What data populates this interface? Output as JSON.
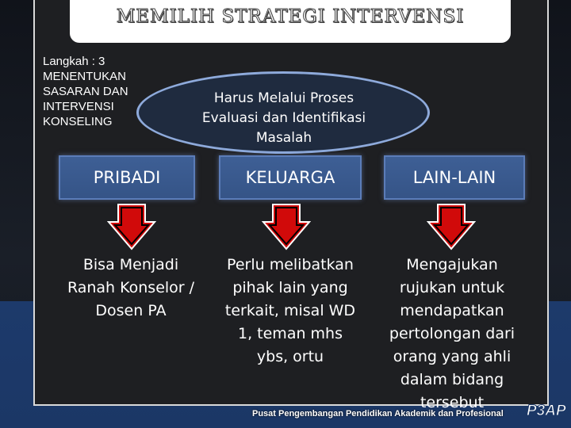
{
  "title": "MEMILIH STRATEGI INTERVENSI",
  "step_lines": [
    "Langkah : 3",
    "MENENTUKAN",
    "SASARAN DAN",
    "INTERVENSI",
    "KONSELING"
  ],
  "oval_lines": [
    "Harus Melalui Proses",
    "Evaluasi dan Identifikasi",
    "Masalah"
  ],
  "categories": [
    {
      "label": "PRIBADI",
      "description": [
        "Bisa Menjadi",
        "Ranah Konselor /",
        "Dosen PA"
      ]
    },
    {
      "label": "KELUARGA",
      "description": [
        "Perlu melibatkan",
        "pihak lain yang",
        "terkait, misal WD",
        "1, teman mhs",
        "ybs, ortu"
      ]
    },
    {
      "label": "LAIN-LAIN",
      "description": [
        "Mengajukan",
        "rujukan untuk",
        "mendapatkan",
        "pertolongan dari",
        "orang yang ahli",
        "dalam bidang",
        "tersebut"
      ]
    }
  ],
  "footer": "Pusat Pengembangan Pendidikan Akademik dan Profesional",
  "logo_text": "P3AP",
  "colors": {
    "arrow_fill": "#d10a0a",
    "category_box": "#3e5f95",
    "oval_border": "#8eaadb",
    "band_blue": "#1d3a6b"
  }
}
